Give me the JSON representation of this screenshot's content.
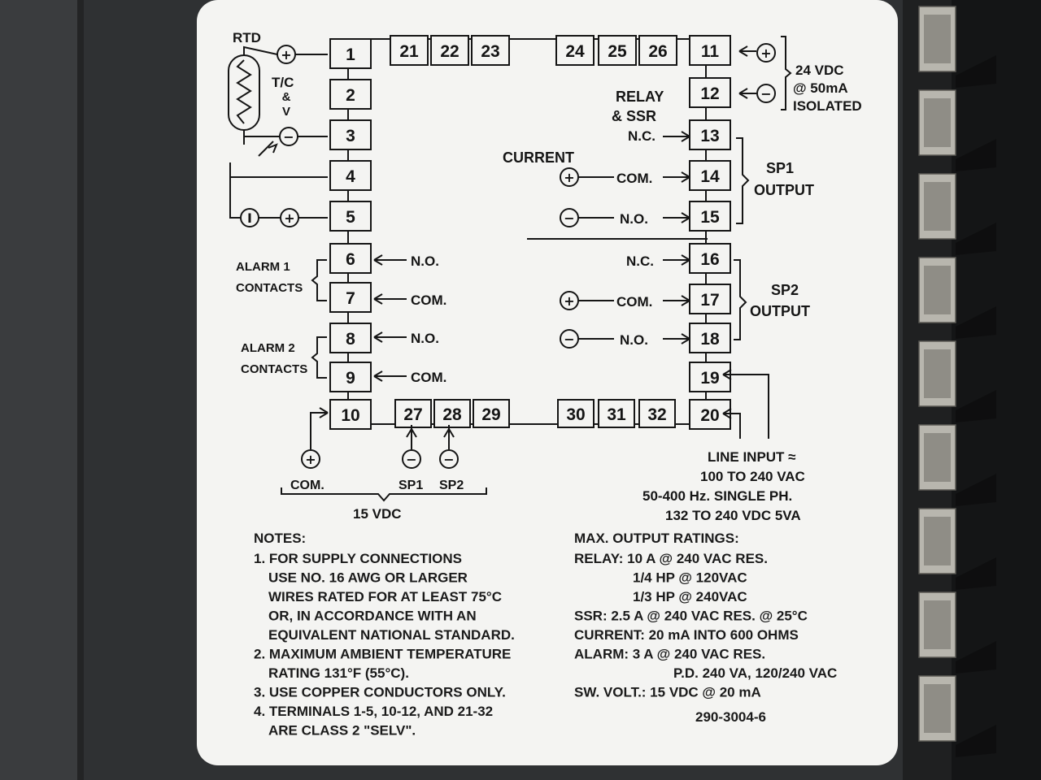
{
  "top_terminals_left": [
    "21",
    "22",
    "23"
  ],
  "top_terminals_right": [
    "24",
    "25",
    "26"
  ],
  "bottom_terminals_left": [
    "27",
    "28",
    "29"
  ],
  "bottom_terminals_right": [
    "30",
    "31",
    "32"
  ],
  "left_terminals": [
    "1",
    "2",
    "3",
    "4",
    "5",
    "6",
    "7",
    "8",
    "9",
    "10"
  ],
  "right_terminals": [
    "11",
    "12",
    "13",
    "14",
    "15",
    "16",
    "17",
    "18",
    "19",
    "20"
  ],
  "input": {
    "rtd": "RTD",
    "tc": "T/C",
    "amp": "&",
    "v": "V",
    "i": "I"
  },
  "power": {
    "line1": "24 VDC",
    "line2": "@ 50mA",
    "line3": "ISOLATED"
  },
  "relay": {
    "line1": "RELAY",
    "line2": "& SSR"
  },
  "current_label": "CURRENT",
  "contacts": {
    "no": "N.O.",
    "nc": "N.C.",
    "com": "COM."
  },
  "sp1_output": {
    "line1": "SP1",
    "line2": "OUTPUT"
  },
  "sp2_output": {
    "line1": "SP2",
    "line2": "OUTPUT"
  },
  "alarm1": {
    "line1": "ALARM 1",
    "line2": "CONTACTS"
  },
  "alarm2": {
    "line1": "ALARM 2",
    "line2": "CONTACTS"
  },
  "bottom_supply": {
    "com": "COM.",
    "sp1": "SP1",
    "sp2": "SP2",
    "vdc": "15 VDC"
  },
  "line_input": {
    "title": "LINE INPUT ≈",
    "l1": "100 TO 240 VAC",
    "l2": "50-400 Hz. SINGLE PH.",
    "l3": "132 TO 240 VDC 5VA"
  },
  "notes": {
    "title": "NOTES:",
    "lines": [
      "1. FOR SUPPLY CONNECTIONS",
      "USE NO. 16 AWG OR LARGER",
      "WIRES RATED FOR AT LEAST 75°C",
      "OR, IN ACCORDANCE WITH AN",
      "EQUIVALENT NATIONAL STANDARD.",
      "2. MAXIMUM AMBIENT TEMPERATURE",
      "RATING 131°F (55°C).",
      "3. USE COPPER CONDUCTORS ONLY.",
      "4. TERMINALS 1-5, 10-12, AND 21-32",
      "ARE CLASS 2 \"SELV\"."
    ]
  },
  "ratings": {
    "title": "MAX. OUTPUT RATINGS:",
    "lines": [
      "RELAY: 10 A @ 240 VAC RES.",
      "1/4 HP @ 120VAC",
      "1/3 HP @ 240VAC",
      "SSR: 2.5 A @ 240 VAC RES. @ 25°C",
      "CURRENT: 20 mA INTO 600 OHMS",
      "ALARM: 3 A @ 240 VAC RES.",
      "P.D. 240 VA, 120/240 VAC",
      "SW. VOLT.: 15 VDC @ 20 mA"
    ]
  },
  "part_number": "290-3004-6",
  "colors": {
    "label_bg": "#f4f4f2",
    "ink": "#151515",
    "housing": "#2f3133",
    "terminal_metal": "#b8b6ae"
  }
}
